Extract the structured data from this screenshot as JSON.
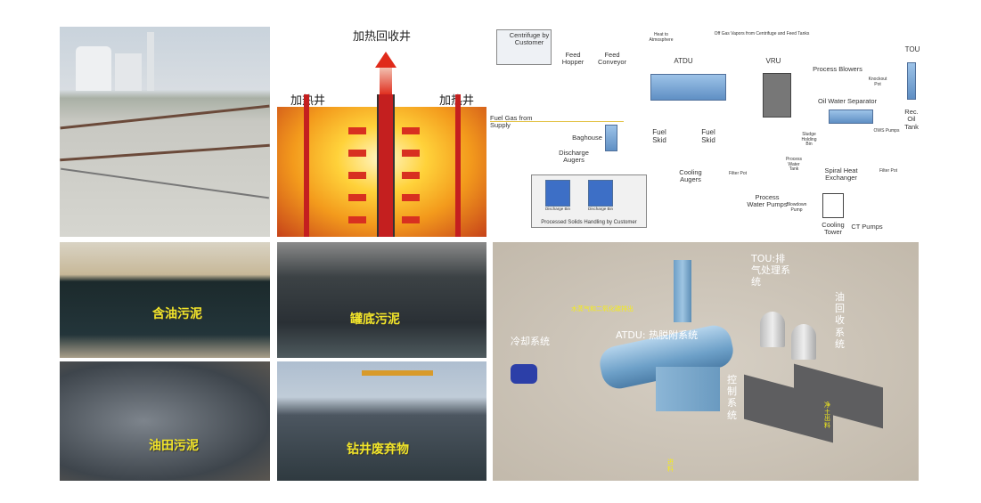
{
  "heating_diagram": {
    "title": "加热回收井",
    "left_label": "加热井",
    "right_label": "加热井"
  },
  "process_diagram": {
    "labels": {
      "centrifuge": "Centrifuge by Customer",
      "feed_hopper": "Feed Hopper",
      "feed_conveyor": "Feed Conveyor",
      "heat_atm": "Heat to Atmosphere",
      "atdu": "ATDU",
      "offgas": "Off Gas Vapors from Centrifuge and Feed Tanks",
      "vru": "VRU",
      "tou": "TOU",
      "process_blowers": "Process Blowers",
      "knockout": "Knockout Pot",
      "ows": "Oil Water Separator",
      "rec_tank": "Rec. Oil Tank",
      "ows_pumps": "OWS Pumps",
      "fuel_gas": "Fuel Gas from Supply",
      "fuel_skid_1": "Fuel Skid",
      "fuel_skid_2": "Fuel Skid",
      "baghouse": "Baghouse",
      "discharge_augers": "Discharge Augers",
      "cooling_augers": "Cooling Augers",
      "sludge_bin": "Sludge Holding Bin",
      "filter_pot_1": "Filter Pot",
      "filter_pot_2": "Filter Pot",
      "process_water_tank": "Process Water Tank",
      "spiral_hx": "Spiral Heat Exchanger",
      "pw_pumps": "Process Water Pumps",
      "blowdown": "Blowdown Pump",
      "cooling_tower": "Cooling Tower",
      "ct_pumps": "CT Pumps",
      "bin_1": "Discharge Bin",
      "bin_2": "Discharge Bin",
      "solids": "Processed Solids Handling by Customer"
    }
  },
  "sludge_photos": {
    "oily": "含油污泥",
    "tank_bottom": "罐底污泥",
    "oilfield": "油田污泥",
    "drilling": "钻井废弃物"
  },
  "render_labels": {
    "tou": "TOU:排气处理系统",
    "oil_recovery": "油回收系统",
    "steam_co2": "水蒸气和二氧化碳排出",
    "atdu": "ATDU: 热脱附系统",
    "cooling": "冷却系统",
    "control": "控制系统",
    "soil_out": "净土出料",
    "feed": "进料"
  }
}
